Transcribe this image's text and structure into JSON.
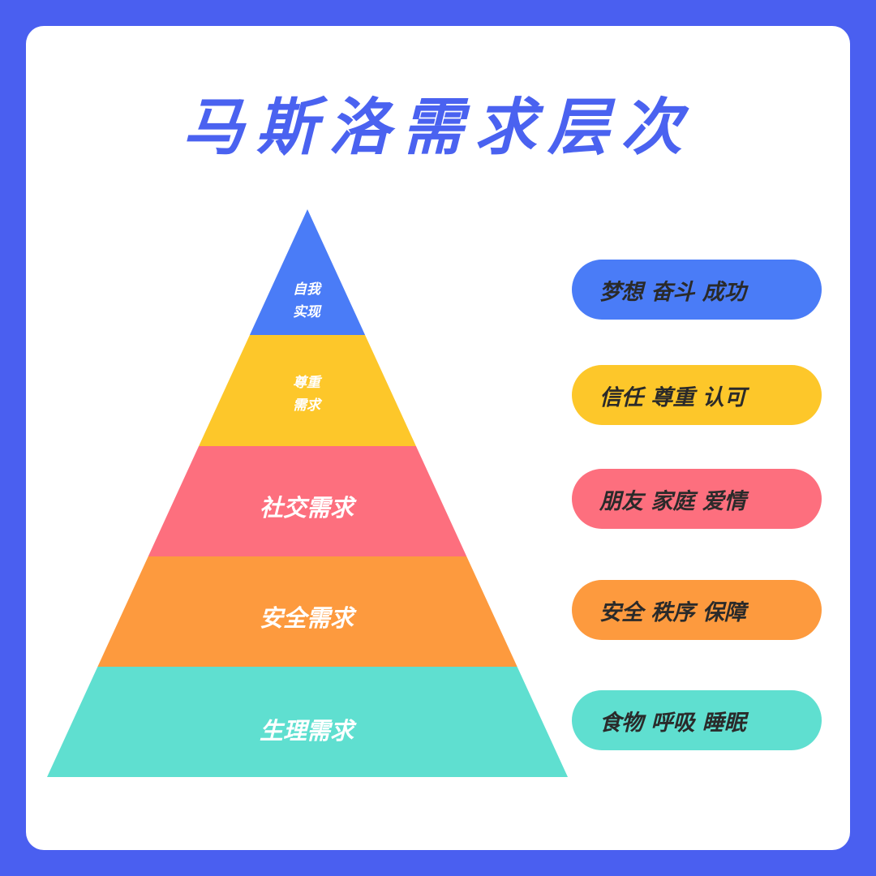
{
  "title": "马斯洛需求层次",
  "levels": [
    {
      "label_line1": "自我",
      "label_line2": "实现",
      "keywords": "梦想 奋斗 成功",
      "color": "#4a7cf7"
    },
    {
      "label_line1": "尊重",
      "label_line2": "需求",
      "keywords": "信任 尊重 认可",
      "color": "#fdc72a"
    },
    {
      "label": "社交需求",
      "keywords": "朋友 家庭 爱情",
      "color": "#fd6f7e"
    },
    {
      "label": "安全需求",
      "keywords": "安全 秩序 保障",
      "color": "#fd9a3e"
    },
    {
      "label": "生理需求",
      "keywords": "食物 呼吸 睡眠",
      "color": "#5fdfd0"
    }
  ]
}
